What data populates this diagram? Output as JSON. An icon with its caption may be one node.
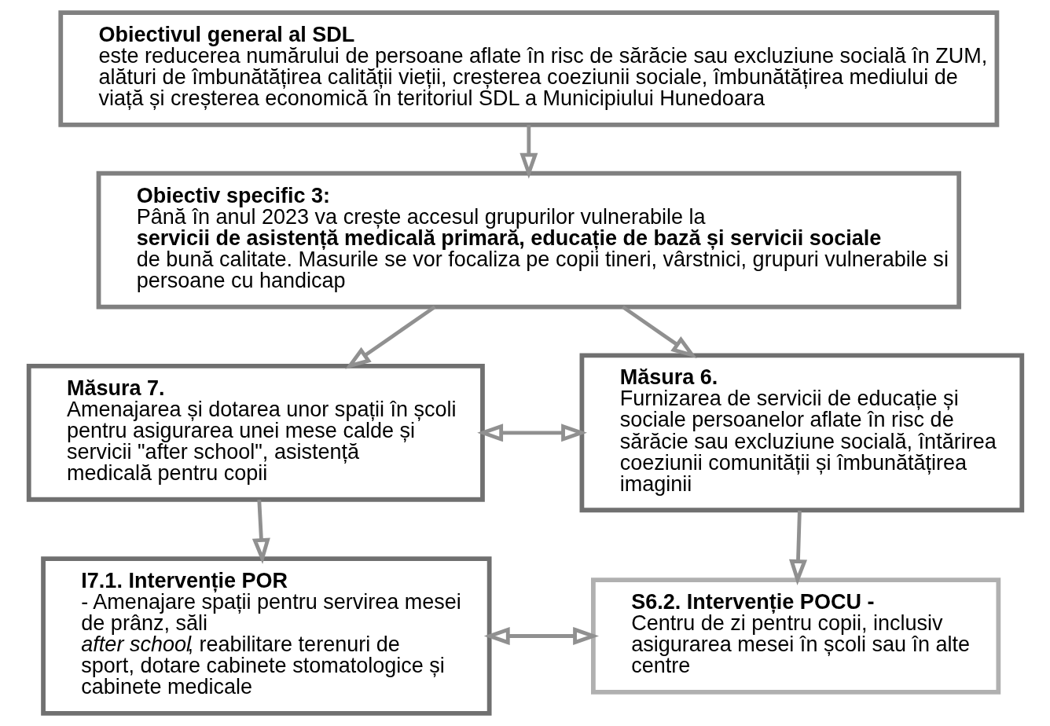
{
  "diagram": {
    "nodes": [
      {
        "text": [
          "**Obiectivul general al SDL**este reducerea numărului de persoane aflate în risc de sărăcie sau excluziune socială în ZUM, alături de îmbunătățirea calității vieții, creșterea coeziunii sociale, îmbunătățirea mediului de viață și creșterea economică în teritoriul SDL a Municipiului Hunedoara"
        ]
      },
      {
        "text": [
          "**Obiectiv specific 3:** Până în anul 2023 va crește accesul grupurilor vulnerabile la **servicii de asistență medicală primară, educație de bază și servicii sociale** de bună calitate. Masurile se vor focaliza pe copii tineri, vârstnici, grupuri vulnerabile si persoane cu handicap"
        ]
      },
      {
        "text": [
          "**Măsura 7.** Amenajarea și dotarea unor spații în școli pentru asigurarea unei mese calde și servicii \"after school\", asistență medicală pentru copii"
        ]
      },
      {
        "text": [
          "**Măsura 6.** Furnizarea de servicii de educație și sociale persoanelor aflate în risc de sărăcie sau excluziune socială, întărirea coeziunii comunității și îmbunătățirea imaginii"
        ]
      },
      {
        "text": [
          "**I7.1. Intervenție POR** - Amenajare spații pentru servirea mesei de prânz, săli *after school*, reabilitare terenuri de sport, dotare cabinete stomatologice și cabinete medicale"
        ]
      },
      {
        "text": [
          "**S6.2. Intervenție POCU -** Centru de zi pentru copii, inclusiv asigurarea mesei în școli sau în alte centre"
        ]
      }
    ],
    "edges": [
      {
        "from": 0,
        "to": 1,
        "arrow": "to"
      },
      {
        "from": 1,
        "to": 2,
        "arrow": "to"
      },
      {
        "from": 1,
        "to": 3,
        "arrow": "to"
      },
      {
        "from": 2,
        "to": 3,
        "arrow": "both"
      },
      {
        "from": 2,
        "to": 4,
        "arrow": "to"
      },
      {
        "from": 3,
        "to": 5,
        "arrow": "to"
      },
      {
        "from": 4,
        "to": 5,
        "arrow": "both"
      }
    ]
  }
}
